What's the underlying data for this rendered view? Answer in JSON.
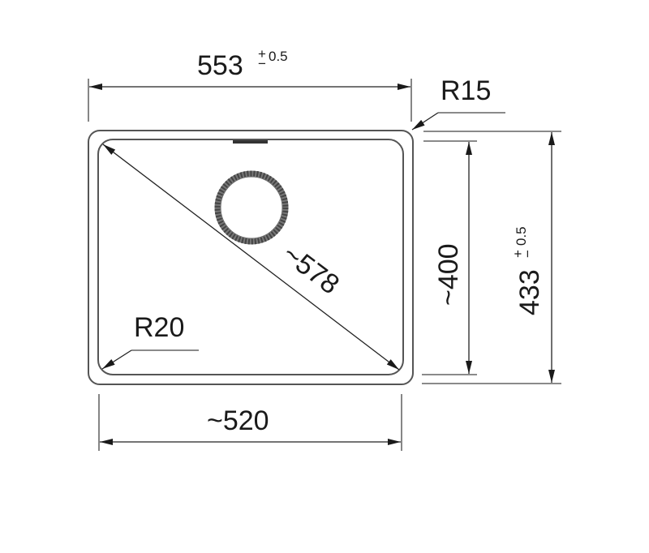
{
  "diagram": {
    "type": "sink-dimension-drawing",
    "units": "mm",
    "colors": {
      "line": "#333333",
      "text": "#1a1a1a",
      "background": "#ffffff"
    },
    "dimensions": {
      "overall_width": {
        "value": "553",
        "tolerance": "±0.5",
        "tol_plus": "+",
        "tol_minus": "−",
        "tol_value": "0.5"
      },
      "overall_depth": {
        "value": "433",
        "tolerance": "±0.5",
        "tol_plus": "+",
        "tol_minus": "−",
        "tol_value": "0.5"
      },
      "bowl_width": {
        "value": "~520"
      },
      "bowl_depth": {
        "value": "~400"
      },
      "bowl_diagonal": {
        "value": "~578"
      },
      "outer_radius": {
        "value": "R15"
      },
      "inner_radius": {
        "value": "R20"
      }
    },
    "features": [
      {
        "name": "outer-rim",
        "shape": "rounded-rectangle"
      },
      {
        "name": "bowl",
        "shape": "rounded-rectangle"
      },
      {
        "name": "drain",
        "shape": "circle"
      },
      {
        "name": "overflow-slot",
        "shape": "bar"
      }
    ]
  }
}
